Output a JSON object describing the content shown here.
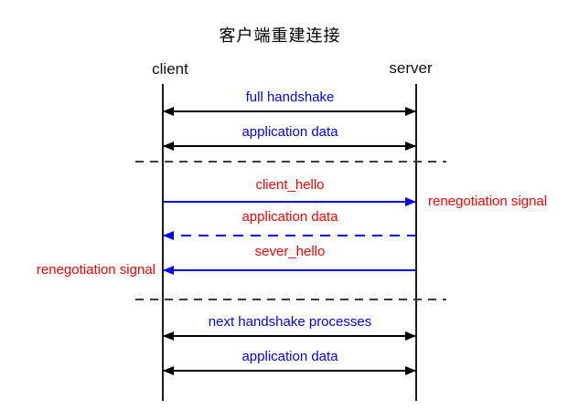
{
  "title": "客户端重建连接",
  "actors": {
    "left": "client",
    "right": "server"
  },
  "messages": [
    {
      "label": "full handshake",
      "label_color": "#0202ee",
      "arrow_color": "#000000",
      "direction": "both",
      "style": "solid"
    },
    {
      "label": "application data",
      "label_color": "#0202ee",
      "arrow_color": "#000000",
      "direction": "both",
      "style": "solid"
    },
    {
      "label": "client_hello",
      "label_color": "#fb0202",
      "arrow_color": "#0202ee",
      "direction": "right",
      "style": "solid",
      "side_note": "renegotiation signal",
      "side_note_position": "right"
    },
    {
      "label": "application data",
      "label_color": "#fb0202",
      "arrow_color": "#0202ee",
      "direction": "left",
      "style": "dashed"
    },
    {
      "label": "sever_hello",
      "label_color": "#fb0202",
      "arrow_color": "#0202ee",
      "direction": "left",
      "style": "solid",
      "side_note": "renegotiation signal",
      "side_note_position": "left"
    },
    {
      "label": "next handshake processes",
      "label_color": "#0202ee",
      "arrow_color": "#000000",
      "direction": "both",
      "style": "solid"
    },
    {
      "label": "application data",
      "label_color": "#0202ee",
      "arrow_color": "#000000",
      "direction": "both",
      "style": "solid"
    }
  ],
  "side_labels": {
    "right": "renegotiation signal",
    "left": "renegotiation signal"
  },
  "separators": {
    "count": 2
  },
  "colors": {
    "blue": "#0202ee",
    "red": "#fb0202",
    "black": "#000000",
    "separator": "#3d3d3d",
    "background": "#ffffff"
  }
}
